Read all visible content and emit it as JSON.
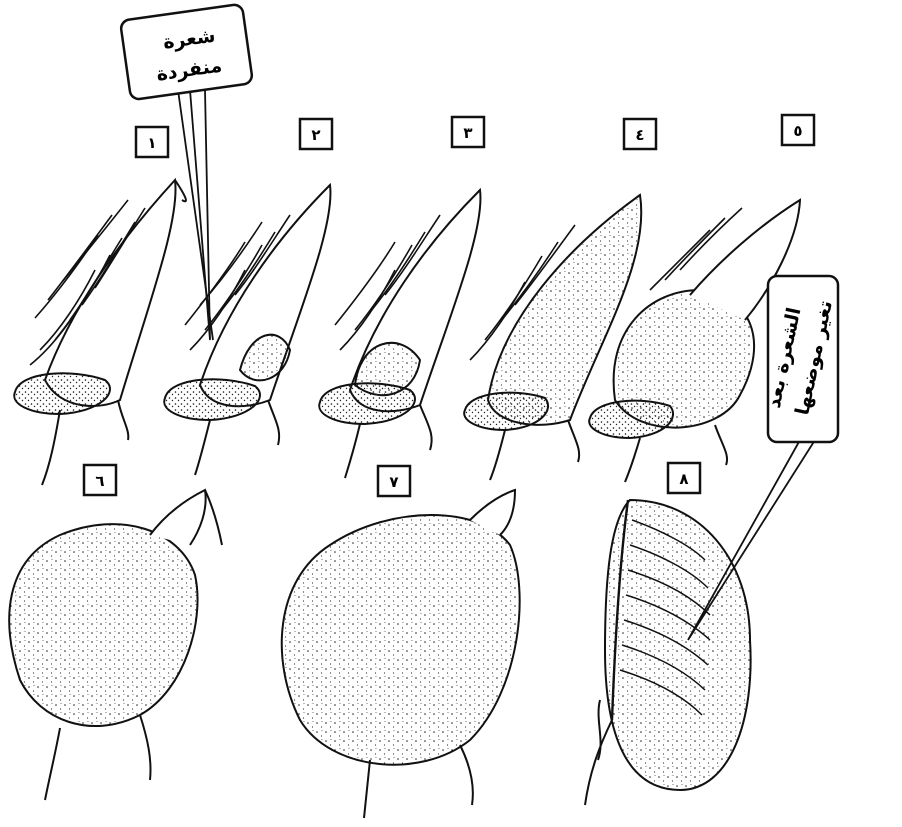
{
  "figure": {
    "stage_labels": [
      "١",
      "٢",
      "٣",
      "٤",
      "٥",
      "٦",
      "٧",
      "٨"
    ],
    "callout_single_hair": {
      "line1": "شعرة",
      "line2": "منفردة"
    },
    "callout_hair_position": {
      "line1": "الشعرة بعد",
      "line2": "تغير موضعها"
    },
    "ink_color": "#111111",
    "paper_color": "#ffffff"
  }
}
